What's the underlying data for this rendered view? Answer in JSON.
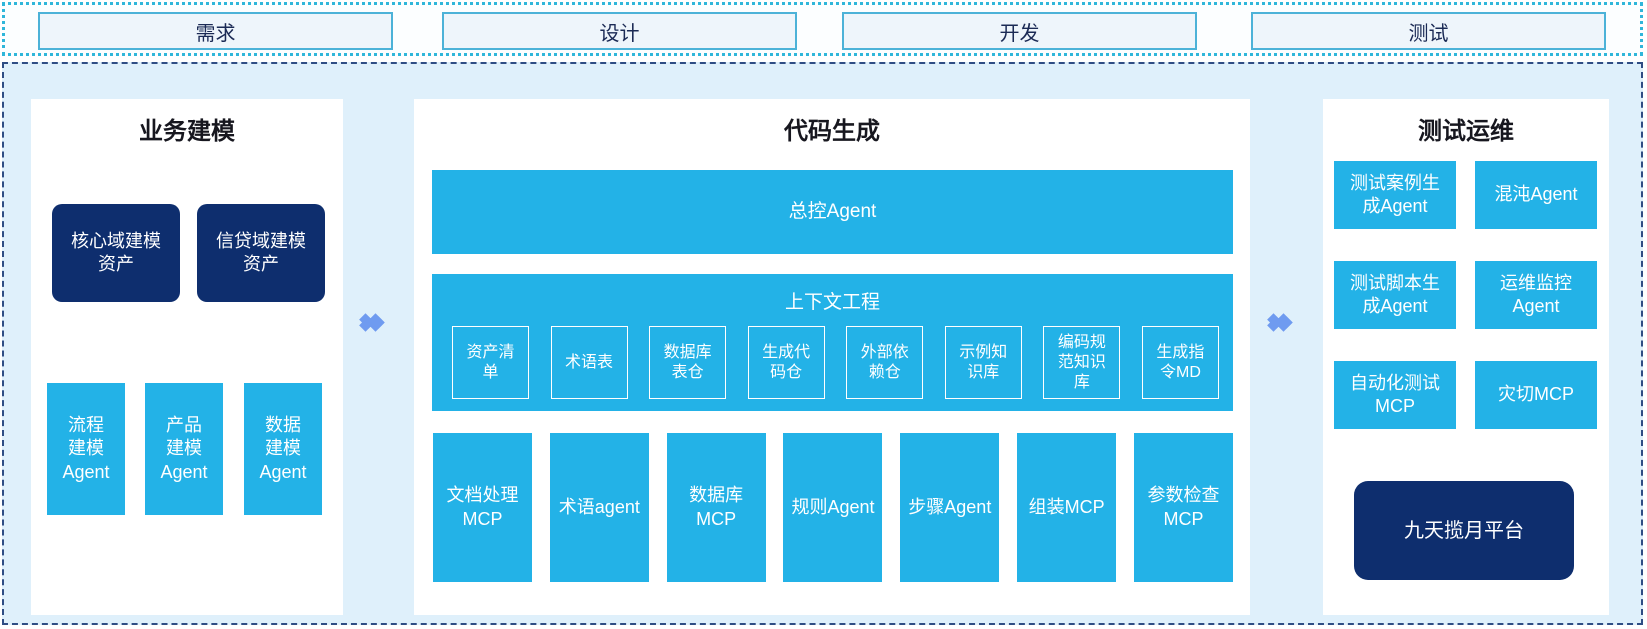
{
  "stage_bar": {
    "stages": [
      {
        "label": "需求"
      },
      {
        "label": "设计"
      },
      {
        "label": "开发"
      },
      {
        "label": "测试"
      }
    ]
  },
  "business_modeling": {
    "title": "业务建模",
    "assets": [
      {
        "label": "核心域建模资产"
      },
      {
        "label": "信贷域建模资产"
      }
    ],
    "agents": [
      {
        "label": "流程建模Agent"
      },
      {
        "label": "产品建模Agent"
      },
      {
        "label": "数据建模Agent"
      }
    ]
  },
  "code_generation": {
    "title": "代码生成",
    "master_agent": {
      "label": "总控Agent"
    },
    "context_engineering": {
      "title": "上下文工程",
      "repos": [
        {
          "label": "资产清单"
        },
        {
          "label": "术语表"
        },
        {
          "label": "数据库表仓"
        },
        {
          "label": "生成代码仓"
        },
        {
          "label": "外部依赖仓"
        },
        {
          "label": "示例知识库"
        },
        {
          "label": "编码规范知识库"
        },
        {
          "label": "生成指令MD"
        }
      ]
    },
    "tools": [
      {
        "label": "文档处理MCP"
      },
      {
        "label": "术语agent"
      },
      {
        "label": "数据库MCP"
      },
      {
        "label": "规则Agent"
      },
      {
        "label": "步骤Agent"
      },
      {
        "label": "组装MCP"
      },
      {
        "label": "参数检查MCP"
      }
    ]
  },
  "test_ops": {
    "title": "测试运维",
    "agents": [
      {
        "label": "测试案例生成Agent"
      },
      {
        "label": "混沌Agent"
      },
      {
        "label": "测试脚本生成Agent"
      },
      {
        "label": "运维监控Agent"
      },
      {
        "label": "自动化测试MCP"
      },
      {
        "label": "灾切MCP"
      }
    ],
    "platform": {
      "label": "九天揽月平台"
    }
  },
  "colors": {
    "cyan": "#23b2e7",
    "navy": "#0e2e6e",
    "container_bg": "#dff0fb",
    "panel_bg": "#ffffff",
    "stage_fill": "#eef5fb",
    "stage_border": "#4cb2d8",
    "top_border": "#2fb6da",
    "main_border": "#2f4d84",
    "arrow": "#6f9bf0",
    "title_text": "#17171f",
    "stage_text": "#1b2a55"
  }
}
